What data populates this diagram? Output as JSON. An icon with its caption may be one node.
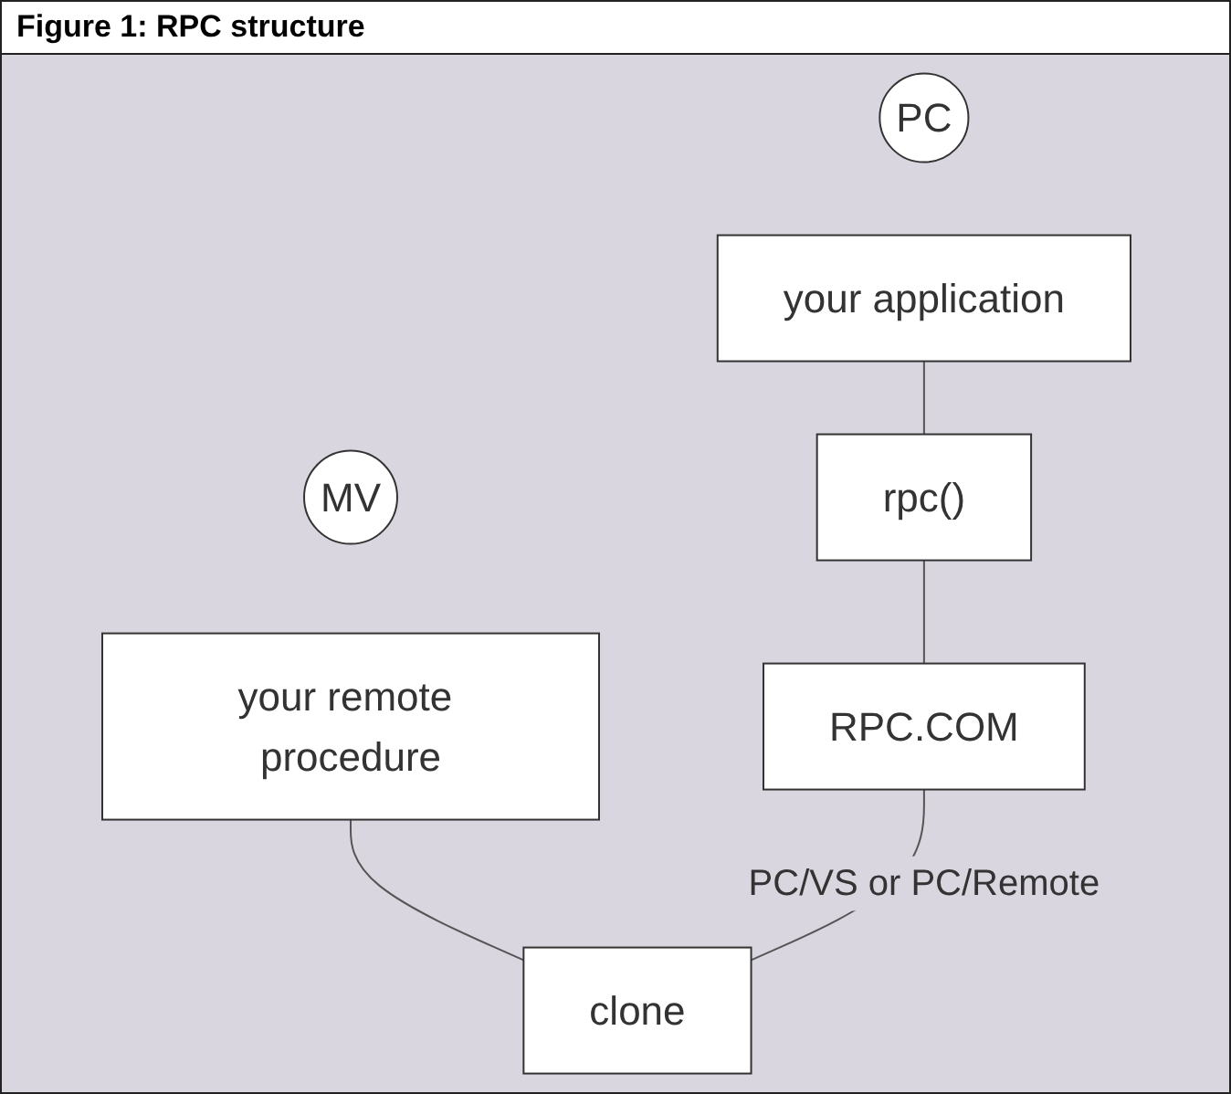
{
  "diagram": {
    "title": "Figure 1: RPC structure",
    "nodes": [
      {
        "text": [
          "PC"
        ]
      },
      {
        "text": [
          "MV"
        ]
      },
      {
        "text": [
          "your application"
        ]
      },
      {
        "text": [
          "rpc()"
        ]
      },
      {
        "text": [
          "RPC.COM"
        ]
      },
      {
        "text": [
          "your remote procedure"
        ]
      },
      {
        "text": [
          "clone"
        ]
      }
    ],
    "edges": [
      {
        "from": 2,
        "to": 3,
        "arrow": "none"
      },
      {
        "from": 3,
        "to": 4,
        "arrow": "none"
      },
      {
        "from": 5,
        "to": 6,
        "arrow": "none"
      },
      {
        "from": 4,
        "to": 6,
        "arrow": "none",
        "label": "PC/VS or PC/Remote"
      }
    ]
  }
}
